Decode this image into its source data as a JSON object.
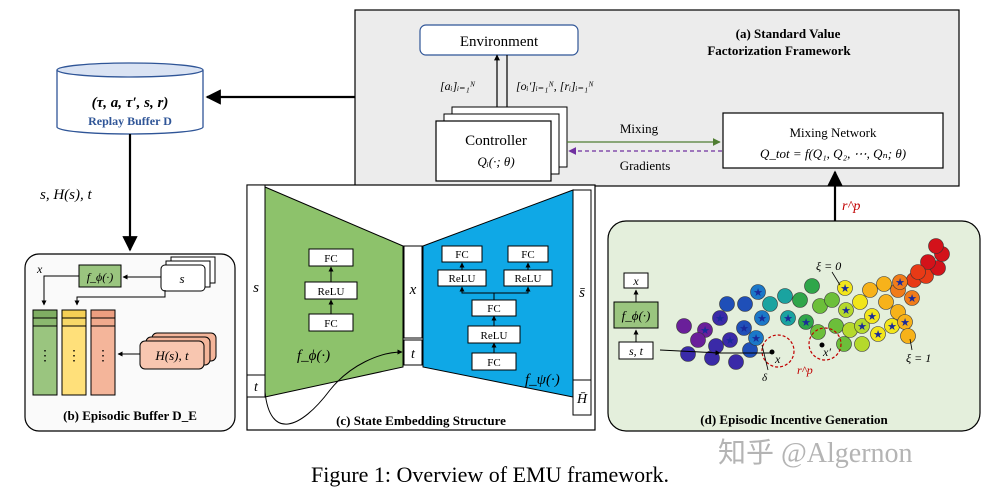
{
  "panel_a": {
    "title_line1": "(a) Standard Value",
    "title_line2": "Factorization Framework",
    "environment": "Environment",
    "controller": "Controller",
    "controller_fn": "Qᵢ(·; θ)",
    "actions_label": "[aᵢ]ᵢ₌₁ᴺ",
    "obs_label": "[oᵢ′]ᵢ₌₁ᴺ, [rᵢ]ᵢ₌₁ᴺ",
    "mixing_arrow": "Mixing",
    "gradients_arrow": "Gradients",
    "mixing_network": "Mixing Network",
    "mixing_formula": "Q_tot = f(Q₁, Q₂, ⋯, Qₙ; θ)"
  },
  "replay_buffer": {
    "tuple": "(τ, a, τ′, s, r)",
    "label": "Replay Buffer D"
  },
  "buffer_arrow_label": "s, H(s), t",
  "panel_b": {
    "x": "x",
    "f_phi": "f_ϕ(·)",
    "s": "s",
    "hst": "H(s), t",
    "dots": "⋮",
    "caption": "(b) Episodic Buffer D_E"
  },
  "panel_c": {
    "s": "s",
    "t_left": "t",
    "x": "x",
    "t_mid": "t",
    "s_bar": "s̄",
    "h_bar": "H̄",
    "f_phi": "f_ϕ(·)",
    "f_psi": "f_ψ(·)",
    "fc": "FC",
    "relu": "ReLU",
    "caption": "(c) State Embedding Structure"
  },
  "panel_d": {
    "x": "x",
    "f_phi": "f_ϕ(·)",
    "st": "s, t",
    "xi0": "ξ = 0",
    "xi1": "ξ = 1",
    "xp": "x",
    "xprime": "x′",
    "delta": "δ",
    "rp_inner": "r^p",
    "caption": "(d) Episodic Incentive Generation"
  },
  "rp_label": "r^p",
  "watermark": "知乎 @Algernon",
  "figure_caption": "Figure 1: Overview of EMU framework.",
  "colors": {
    "green_panel": "#8dc26b",
    "blue_panel": "#0fa8e6",
    "panel_bg_d": "#e4efdc",
    "panel_bg_a": "#ececec",
    "mixing_arrow": "#507e32",
    "gradients_arrow": "#7030a0",
    "rp_red": "#c00000",
    "buffer_green": "#9ac57f",
    "buffer_yellow": "#ffe07a",
    "buffer_salmon": "#f4b59a"
  }
}
